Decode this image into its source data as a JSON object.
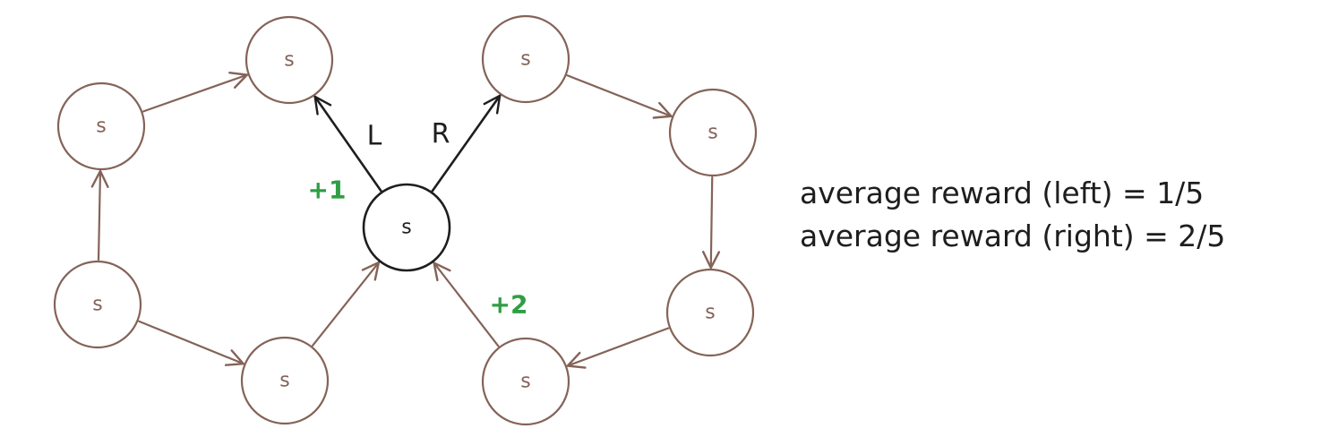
{
  "diagram": {
    "colors": {
      "brown": "#846358",
      "black": "#1e1e1e",
      "green": "#2f9e44"
    },
    "states": [
      {
        "id": "center",
        "label": "s",
        "color": "black"
      },
      {
        "id": "l-top",
        "label": "s",
        "color": "brown"
      },
      {
        "id": "l-upper",
        "label": "s",
        "color": "brown"
      },
      {
        "id": "l-lower",
        "label": "s",
        "color": "brown"
      },
      {
        "id": "l-bottom",
        "label": "s",
        "color": "brown"
      },
      {
        "id": "r-top",
        "label": "s",
        "color": "brown"
      },
      {
        "id": "r-upper",
        "label": "s",
        "color": "brown"
      },
      {
        "id": "r-lower",
        "label": "s",
        "color": "brown"
      },
      {
        "id": "r-bottom",
        "label": "s",
        "color": "brown"
      }
    ],
    "transitions": [
      {
        "from": "center",
        "to": "l-top",
        "action": "L",
        "reward": "+1"
      },
      {
        "from": "center",
        "to": "r-top",
        "action": "R"
      },
      {
        "from": "l-top",
        "to": "l-upper",
        "reversed": true
      },
      {
        "from": "l-upper",
        "to": "l-lower",
        "reversed": true
      },
      {
        "from": "l-lower",
        "to": "l-bottom"
      },
      {
        "from": "l-bottom",
        "to": "center"
      },
      {
        "from": "r-top",
        "to": "r-upper"
      },
      {
        "from": "r-upper",
        "to": "r-lower"
      },
      {
        "from": "r-lower",
        "to": "r-bottom"
      },
      {
        "from": "r-bottom",
        "to": "center",
        "reward": "+2"
      }
    ],
    "action_labels": {
      "left": "L",
      "right": "R"
    },
    "rewards": {
      "left": "+1",
      "right": "+2"
    },
    "notes": [
      "average reward (left) = 1/5",
      "average reward (right) = 2/5"
    ]
  }
}
